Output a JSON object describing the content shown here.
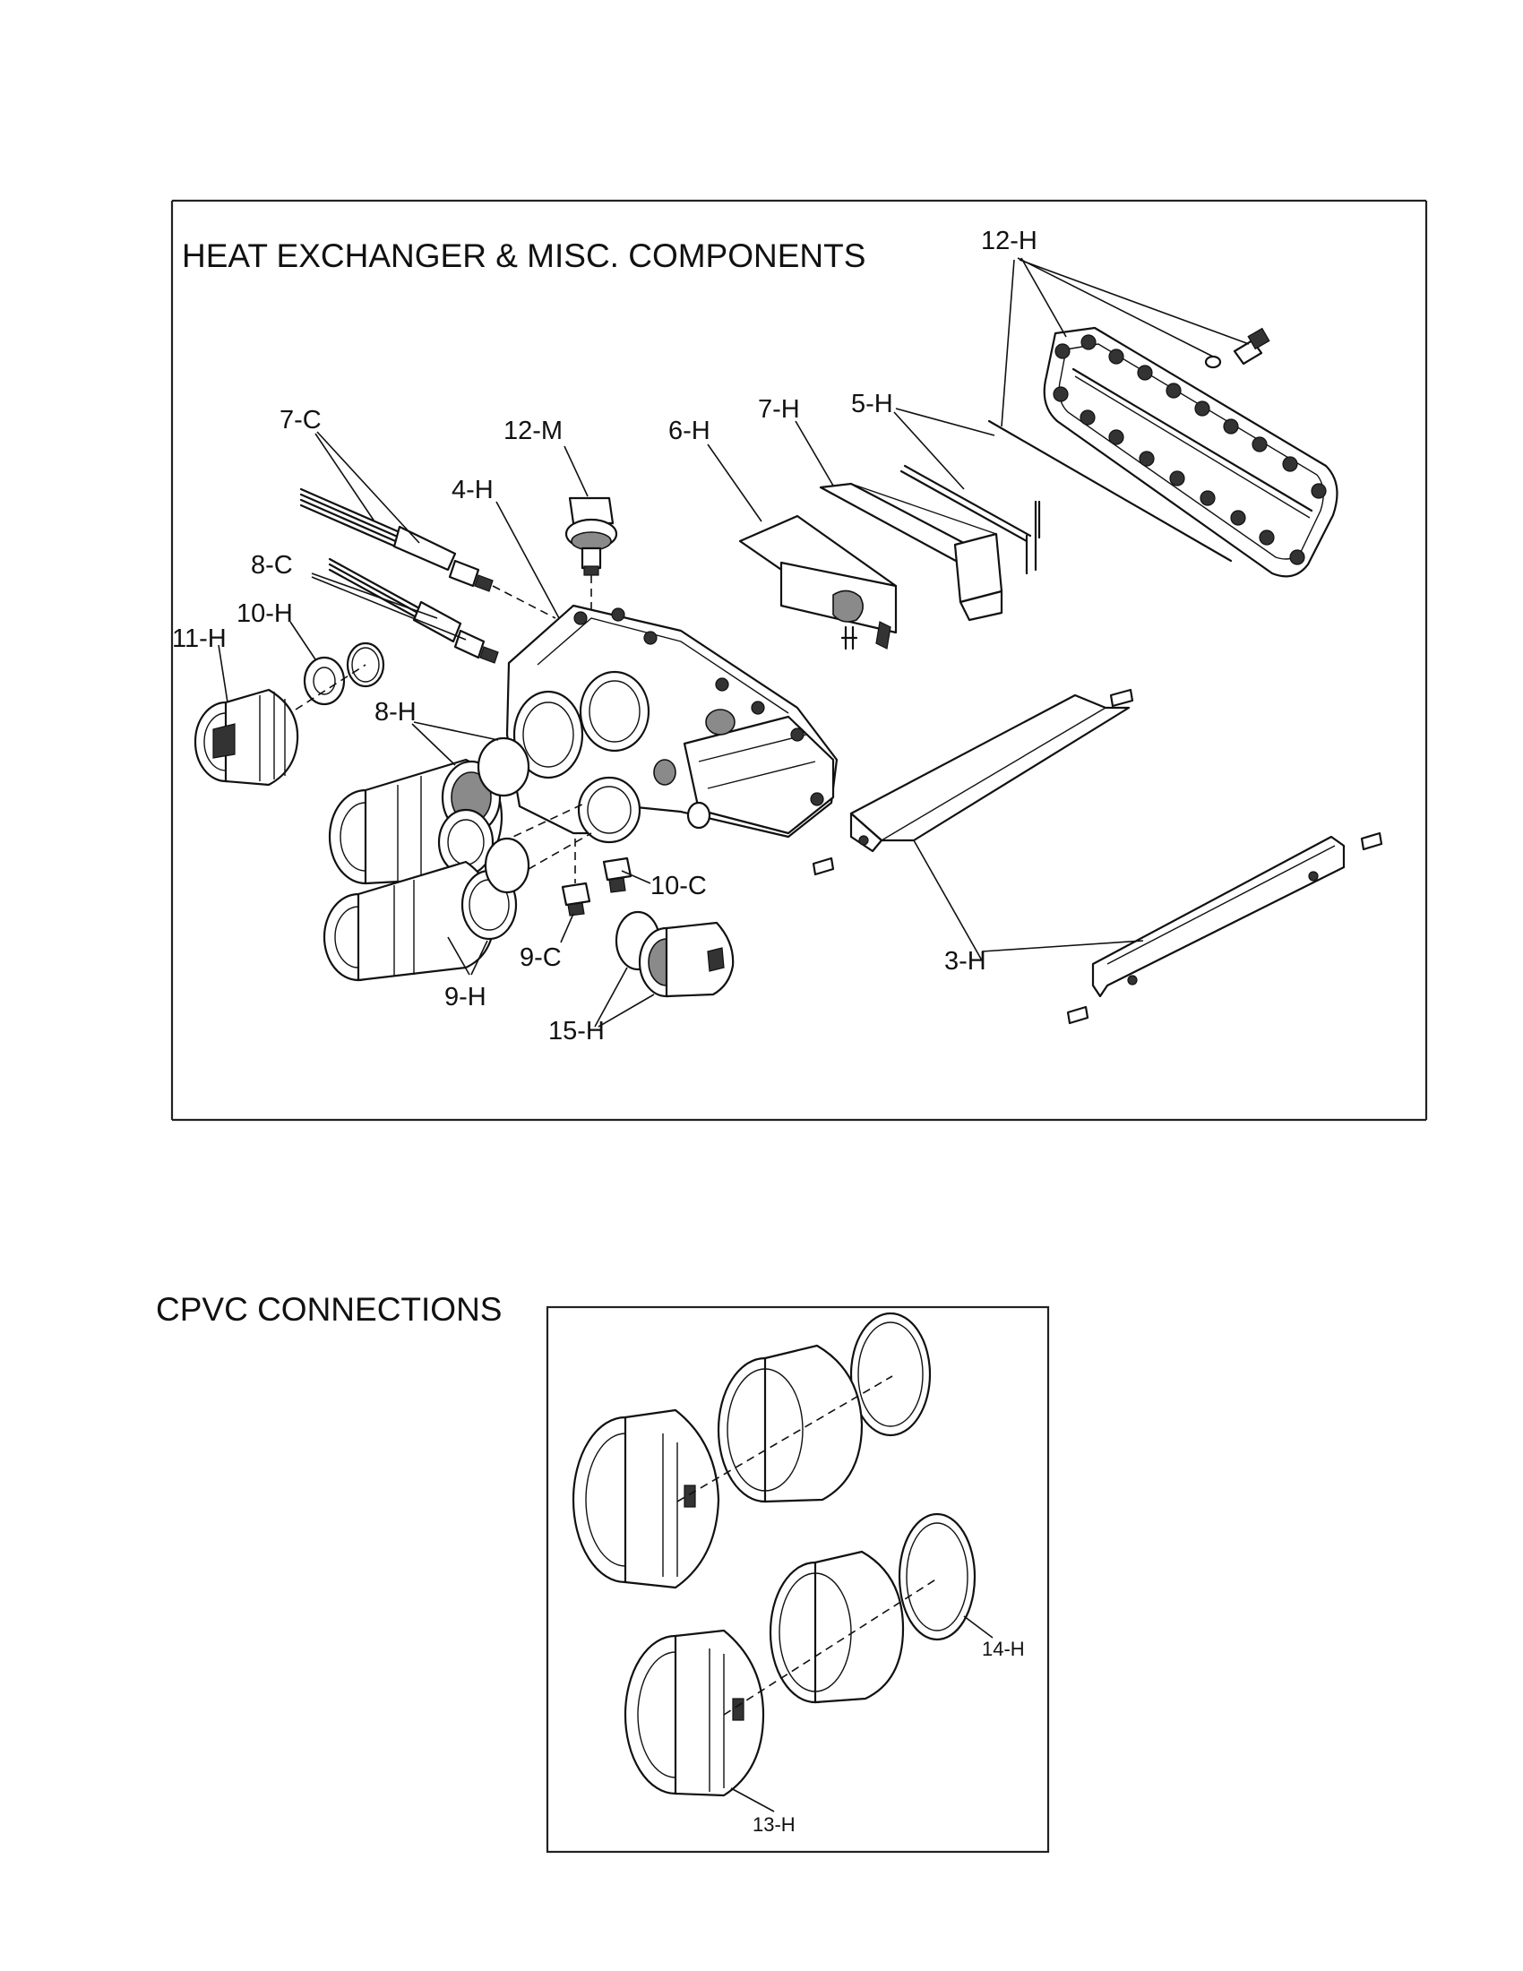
{
  "section1": {
    "title": "HEAT EXCHANGER & MISC. COMPONENTS",
    "labels": {
      "p12H": "12-H",
      "p7C": "7-C",
      "p12M": "12-M",
      "p6H": "6-H",
      "p7H": "7-H",
      "p5H": "5-H",
      "p4H": "4-H",
      "p8C": "8-C",
      "p10H": "10-H",
      "p11H": "11-H",
      "p8H": "8-H",
      "p10C": "10-C",
      "p9C": "9-C",
      "p9H": "9-H",
      "p15H": "15-H",
      "p3H": "3-H"
    }
  },
  "section2": {
    "title": "CPVC CONNECTIONS",
    "labels": {
      "p14H": "14-H",
      "p13H": "13-H"
    }
  }
}
